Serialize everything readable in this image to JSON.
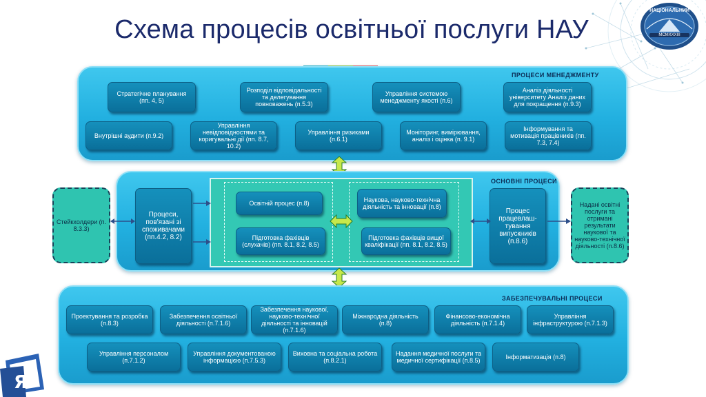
{
  "title": "Схема процесів освітньої послуги НАУ",
  "title_bar_colors": [
    "#2ab3c9",
    "#8dc63f",
    "#e85c5c"
  ],
  "logo": {
    "emblem_text": "НАЦІОНАЛЬНИЙ",
    "year": "MCMXXXIII"
  },
  "management": {
    "label": "ПРОЦЕСИ МЕНЕДЖМЕНТУ",
    "row1": [
      "Стратегічне планування (пп. 4, 5)",
      "Розподіл відповідальності та делегування повноважень (п.5.3)",
      "Управління системою менеджменту якості (п.6)",
      "Аналіз діяльності університету Аналіз даних для покращення (п.9.3)"
    ],
    "row2": [
      "Внутрішні аудити (п.9.2)",
      "Управління невідповідностями та коригувальні дії (пп. 8.7, 10.2)",
      "Управління ризиками (п.6.1)",
      "Моніторинг, вимірювання, аналіз і оцінка (п. 9.1)",
      "Інформування та мотивація працівників (пп. 7.3, 7.4)"
    ]
  },
  "core": {
    "label": "ОСНОВНІ ПРОЦЕСИ",
    "left": "Процеси, пов'язані зі споживачами (пп.4.2, 8.2)",
    "inner": [
      "Освітній процес (п.8)",
      "Підготовка фахівців (слухачів) (пп. 8.1, 8.2, 8.5)",
      "Наукова, науково-технічна діяльність та інновації (п.8)",
      "Підготовка фахівців вищої кваліфікації (пп. 8.1, 8.2, 8.5)"
    ],
    "right": "Процес працевлаш-тування випускників (п.8.6)"
  },
  "stakeholders": "Стейкхолдери (п. 8.3.3)",
  "outputs": "Надані освітні послуги та отримані результати наукової та науково-технічної діяльності (п.8.6)",
  "support": {
    "label": "ЗАБЕЗПЕЧУВАЛЬНІ ПРОЦЕСИ",
    "row1": [
      "Проектування та розробка (п.8.3)",
      "Забезпечення освітньої діяльності (п.7.1.6)",
      "Забезпечення наукової, науково-технічної діяльності та інновацій (п.7.1.6)",
      "Міжнародна діяльність (п.8)",
      "Фінансово-економічна діяльність (п.7.1.4)",
      "Управління інфраструктурою (п.7.1.3)"
    ],
    "row2": [
      "Управління персоналом (п.7.1.2)",
      "Управління документованою інформацією (п.7.5.3)",
      "Виховна та соціальна робота (п.8.2.1)",
      "Надання медичної послуги та медичної сертифікації (п.8.5)",
      "Інформатизація (п.8)"
    ]
  }
}
